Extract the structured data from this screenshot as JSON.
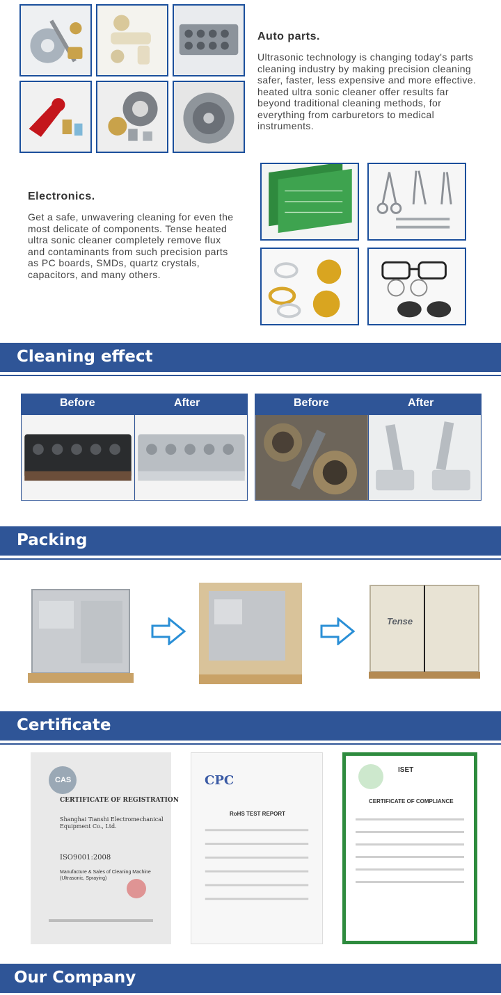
{
  "auto_parts": {
    "title": "Auto parts.",
    "body": "Ultrasonic technology is changing today's parts cleaning industry by making precision cleaning safer, faster, less expensive and more effective. heated ultra sonic cleaner offer results far beyond traditional cleaning methods, for everything from carburetors to medical instruments."
  },
  "electronics": {
    "title": "Electronics.",
    "body": "Get a safe, unwavering cleaning for even the most delicate of components. Tense heated ultra sonic cleaner completely remove flux and contaminants from such precision parts as PC boards, SMDs, quartz crystals, capacitors, and many others."
  },
  "sections": {
    "cleaning_effect": "Cleaning effect",
    "packing": "Packing",
    "certificate": "Certificate",
    "our_company": "Our Company"
  },
  "cleaning": {
    "before_label": "Before",
    "after_label": "After"
  },
  "certificates": {
    "reg_title": "CERTIFICATE OF REGISTRATION",
    "reg_company": "Shanghai Tianshi Electromechanical Equipment Co., Ltd.",
    "reg_standard": "ISO9001:2008",
    "reg_scope": "Manufacture & Sales of Cleaning Machine (Ultrasonic, Spraying)",
    "cas_logo": "CAS",
    "cpc_logo": "CPC",
    "rohs_title": "RoHS TEST REPORT",
    "compliance_brand": "ISET",
    "compliance_title": "CERTIFICATE OF COMPLIANCE"
  },
  "packing_box_brand": "Tense",
  "colors": {
    "band": "#2f5597",
    "frame": "#1b4f9c",
    "arrow": "#2a8fd6"
  }
}
